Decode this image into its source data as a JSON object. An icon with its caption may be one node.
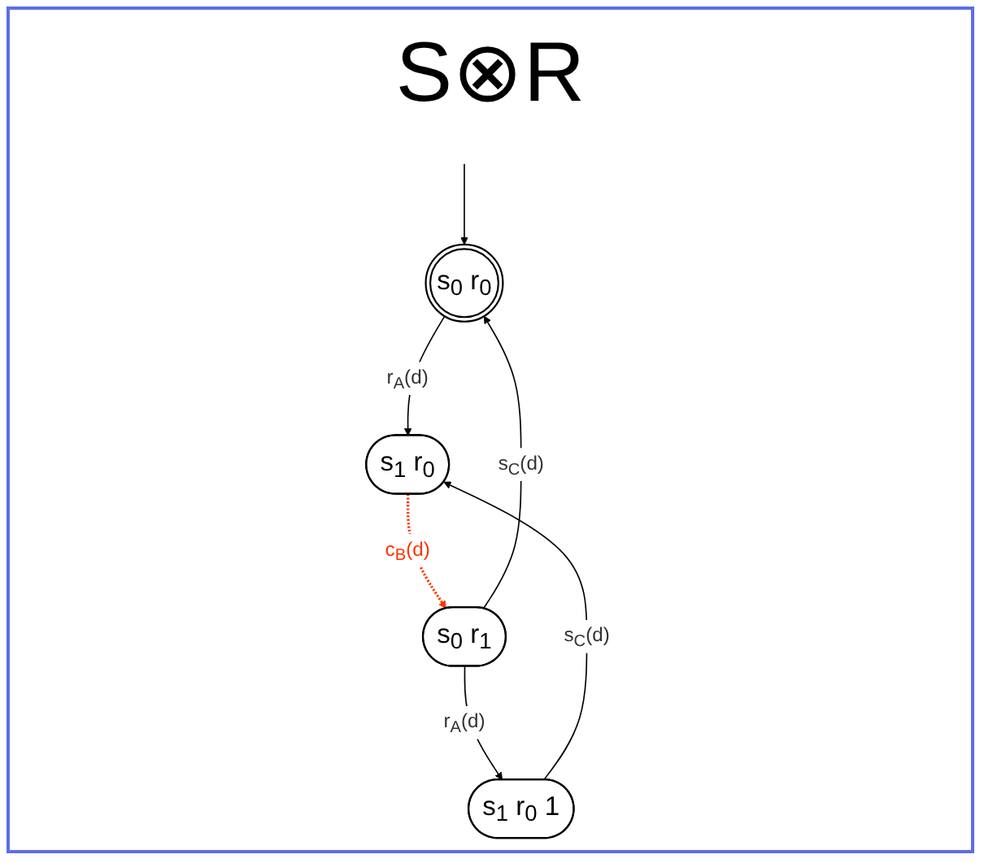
{
  "diagram": {
    "title": "S⊗R",
    "nodes": [
      {
        "text": [
          "s$_{0}$ r$_{0}$"
        ]
      },
      {
        "text": [
          "s$_{1}$ r$_{0}$",
          "1"
        ]
      },
      {
        "text": [
          "s$_{1}$ r$_{0}$"
        ]
      },
      {
        "text": [
          "s$_{0}$ r$_{1}$"
        ]
      }
    ],
    "edges": [
      {
        "from": null,
        "to": 0,
        "arrow": "to"
      },
      {
        "from": 0,
        "to": 2,
        "arrow": "to",
        "label": "r$_{A}$(d)"
      },
      {
        "from": 3,
        "to": 1,
        "arrow": "to",
        "label": "r$_{A}$(d)"
      },
      {
        "from": 3,
        "to": 0,
        "arrow": "to",
        "label": "s$_{C}$(d)"
      },
      {
        "from": 1,
        "to": 2,
        "arrow": "to",
        "label": "s$_{C}$(d)"
      },
      {
        "from": 2,
        "to": 3,
        "arrow": "to",
        "label": "c$_{B}$(d)",
        "style": "dashed",
        "color": "#ff3300"
      }
    ]
  }
}
